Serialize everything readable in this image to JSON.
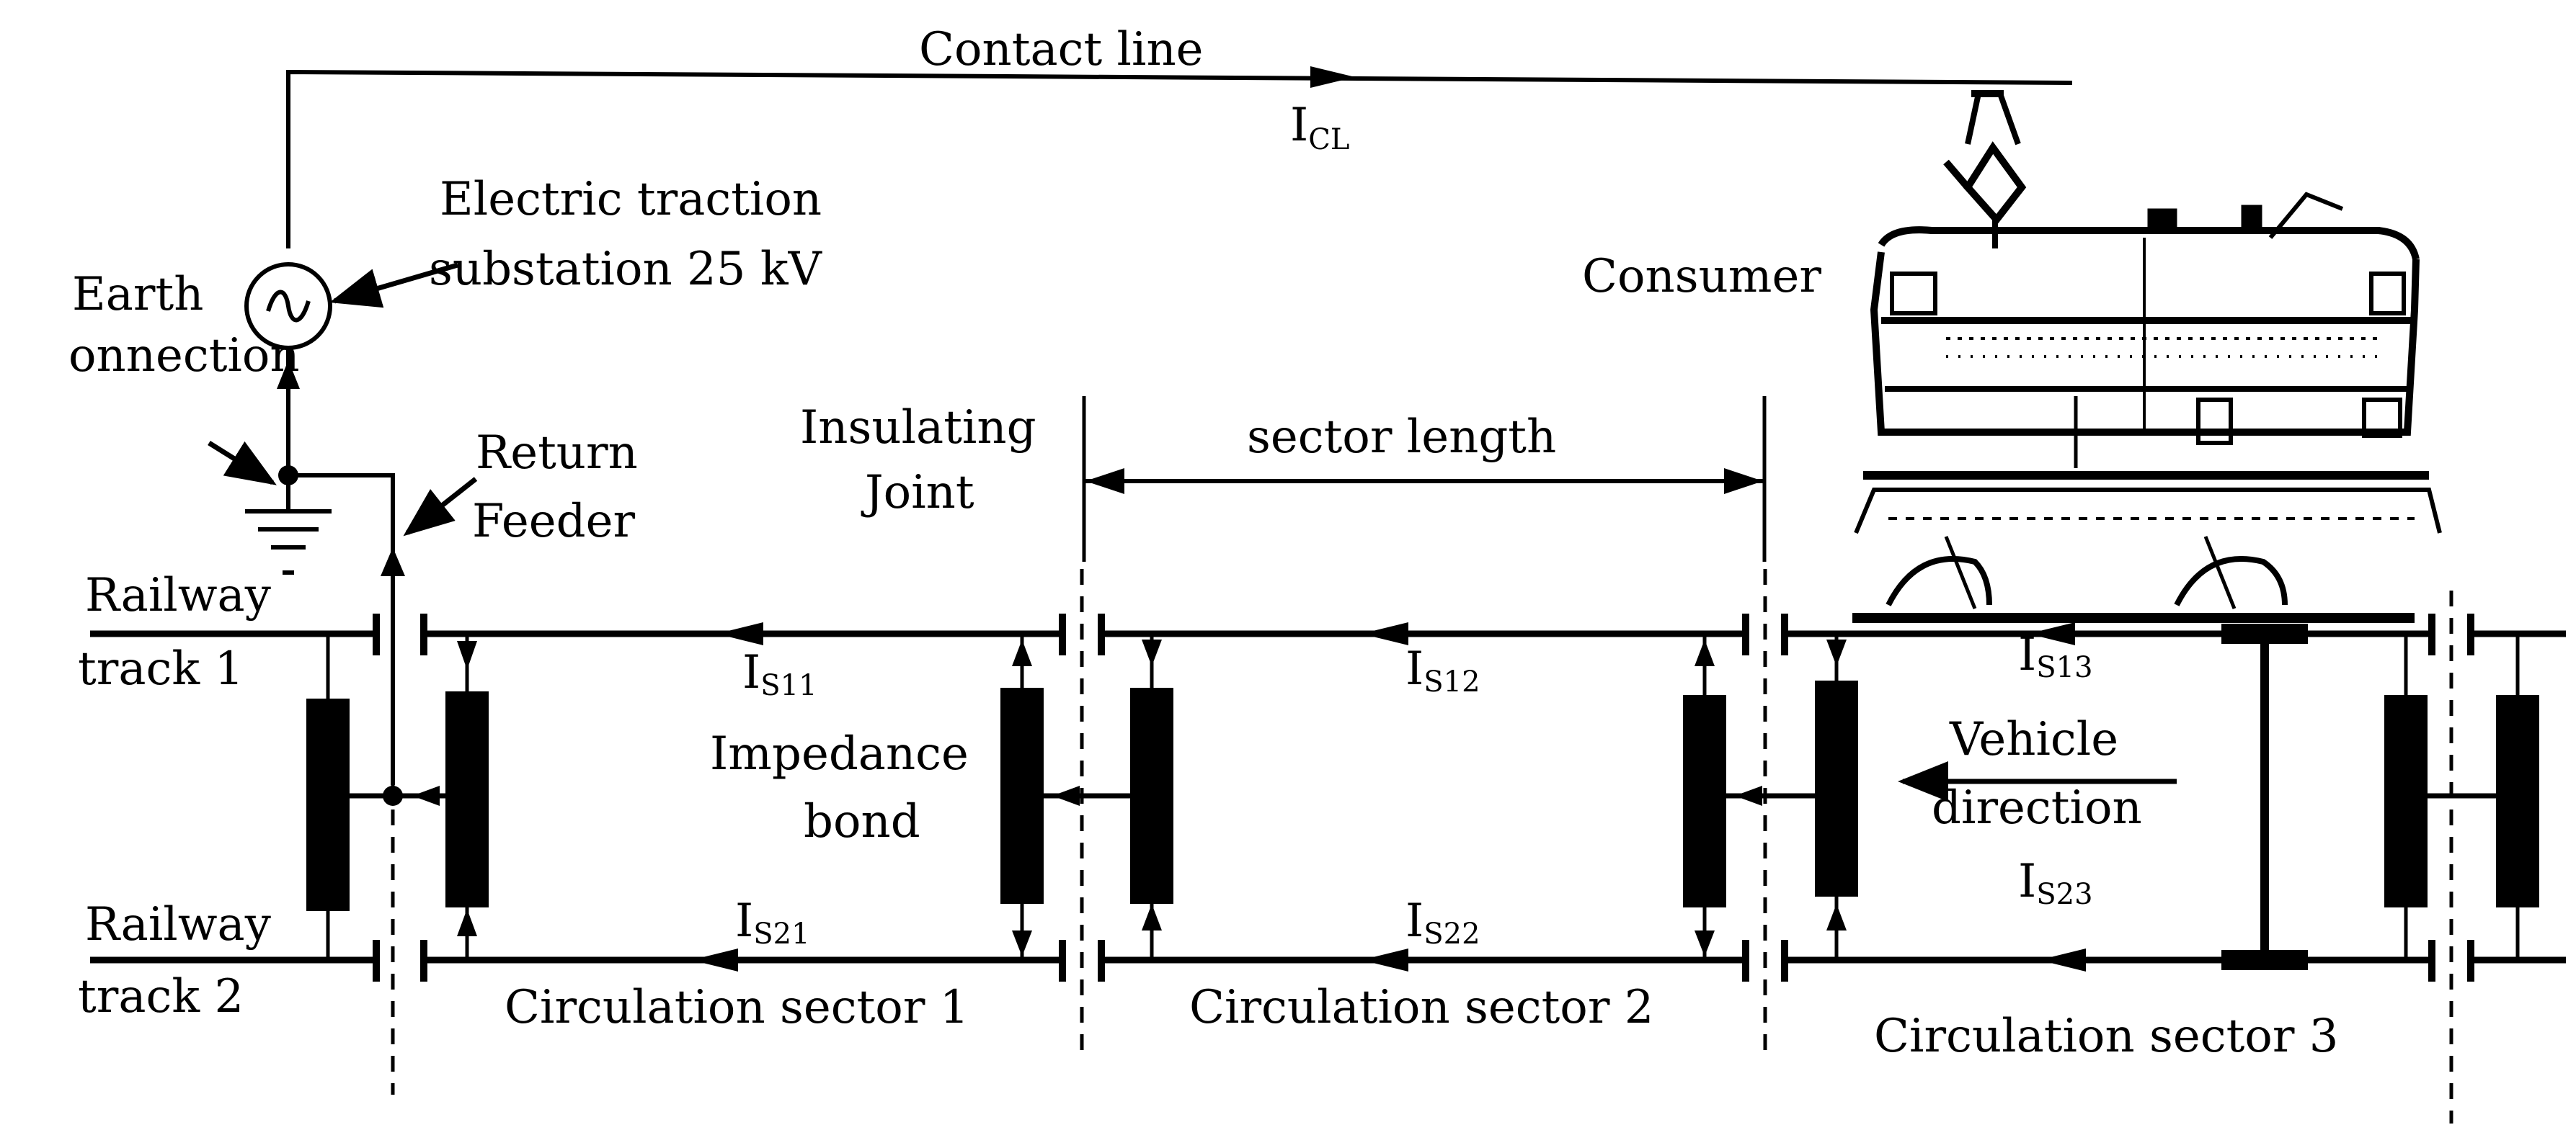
{
  "labels": {
    "contact_line": "Contact line",
    "current_contact_line": {
      "main": "I",
      "sub": "CL"
    },
    "substation_line1": "Electric traction",
    "substation_line2": "substation 25 kV",
    "earth_line1": "Earth",
    "earth_line2": "onnection",
    "return_line1": "Return",
    "return_line2": "Feeder",
    "insulating_line1": "Insulating",
    "insulating_line2": "Joint",
    "sector_length": "sector length",
    "consumer": "Consumer",
    "track1_line1": "Railway",
    "track1_line2": "track 1",
    "track2_line1": "Railway",
    "track2_line2": "track 2",
    "impedance_line1": "Impedance",
    "impedance_line2": "bond",
    "vehicle_line1": "Vehicle",
    "vehicle_line2": "direction"
  },
  "currents": [
    {
      "main": "I",
      "sub": "S11"
    },
    {
      "main": "I",
      "sub": "S12"
    },
    {
      "main": "I",
      "sub": "S13"
    },
    {
      "main": "I",
      "sub": "S21"
    },
    {
      "main": "I",
      "sub": "S22"
    },
    {
      "main": "I",
      "sub": "S23"
    }
  ],
  "sectors": [
    "Circulation sector 1",
    "Circulation sector 2",
    "Circulation sector 3"
  ]
}
